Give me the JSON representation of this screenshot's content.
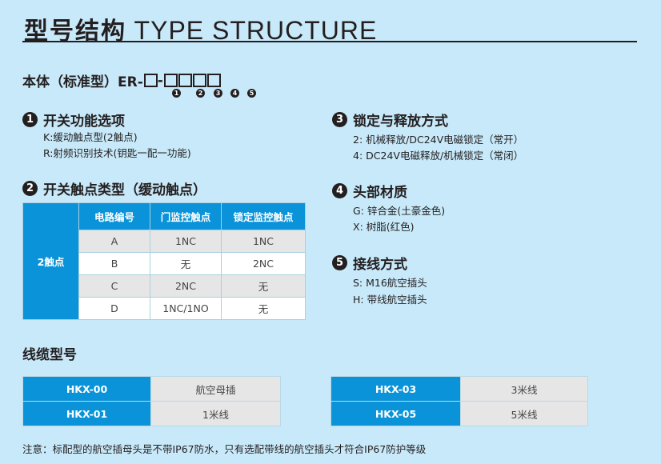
{
  "title": {
    "cn": "型号结构",
    "en": "TYPE STRUCTURE"
  },
  "body_code": {
    "label": "本体（标准型）ER-",
    "dash": "-",
    "markers": [
      "1",
      "2",
      "3",
      "4",
      "5"
    ]
  },
  "sections": [
    {
      "num": "1",
      "title": "开关功能选项",
      "lines": [
        "K:缓动触点型(2触点)",
        "R:射频识别技术(钥匙一配一功能)"
      ]
    },
    {
      "num": "2",
      "title": "开关触点类型（缓动触点）"
    },
    {
      "num": "3",
      "title": "锁定与释放方式",
      "lines": [
        "2:  机械释放/DC24V电磁锁定（常开）",
        "4:  DC24V电磁释放/机械锁定（常闭）"
      ]
    },
    {
      "num": "4",
      "title": "头部材质",
      "lines": [
        "G:  锌合金(土豪金色)",
        "X:  树脂(红色)"
      ]
    },
    {
      "num": "5",
      "title": "接线方式",
      "lines": [
        "S:  M16航空插头",
        "H:  带线航空插头"
      ]
    }
  ],
  "contact_table": {
    "group": "2触点",
    "headers": [
      "电路编号",
      "门监控触点",
      "锁定监控触点"
    ],
    "rows": [
      [
        "A",
        "1NC",
        "1NC"
      ],
      [
        "B",
        "无",
        "2NC"
      ],
      [
        "C",
        "2NC",
        "无"
      ],
      [
        "D",
        "1NC/1NO",
        "无"
      ]
    ]
  },
  "cable": {
    "title": "线缆型号",
    "left": [
      [
        "HKX-00",
        "航空母插"
      ],
      [
        "HKX-01",
        "1米线"
      ]
    ],
    "right": [
      [
        "HKX-03",
        "3米线"
      ],
      [
        "HKX-05",
        "5米线"
      ]
    ]
  },
  "note": "注意：标配型的航空插母头是不带IP67防水，只有选配带线的航空插头才符合IP67防护等级"
}
